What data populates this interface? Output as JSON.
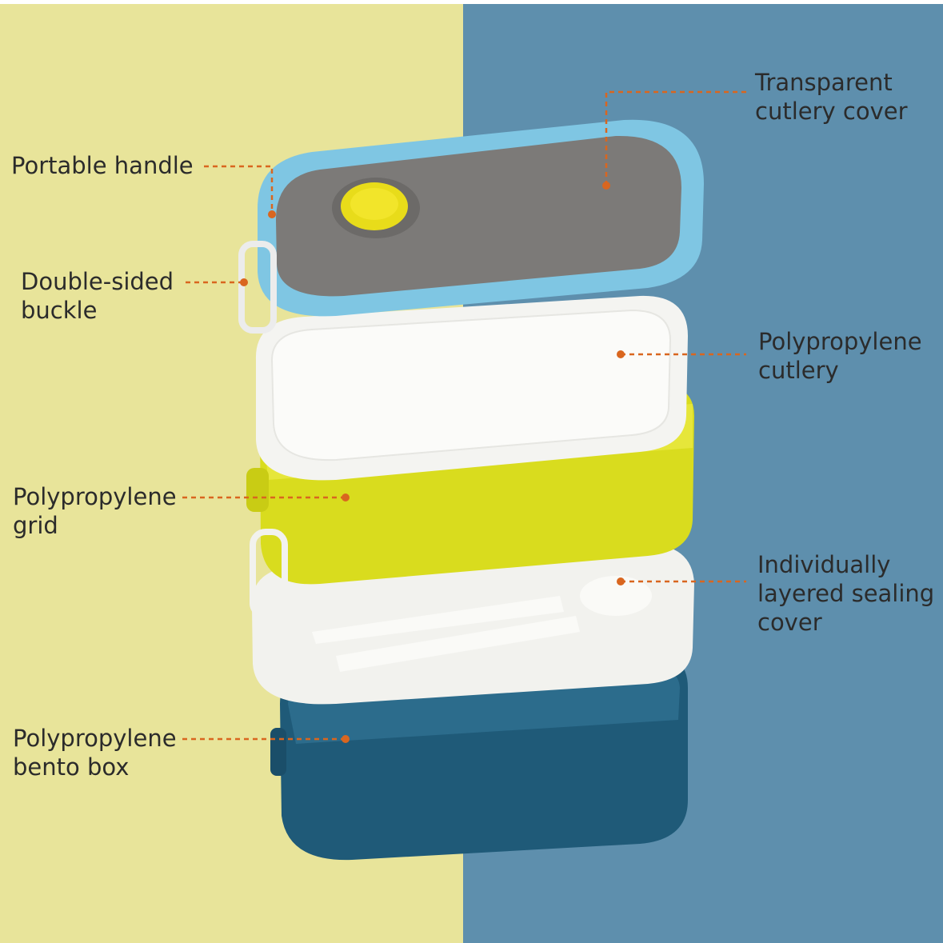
{
  "colors": {
    "left_bg": "#E8E49A",
    "right_bg": "#5E8FAD",
    "leader": "#D9661F"
  },
  "labels": {
    "portable_handle": [
      "Portable handle"
    ],
    "double_sided_buckle": [
      "Double-sided",
      "buckle"
    ],
    "polypropylene_grid": [
      "Polypropylene",
      "grid"
    ],
    "polypropylene_bento_box": [
      "Polypropylene",
      "bento box"
    ],
    "transparent_cutlery_cover": [
      "Transparent",
      "cutlery cover"
    ],
    "polypropylene_cutlery": [
      "Polypropylene",
      "cutlery"
    ],
    "sealing_cover": [
      "Individually",
      "layered sealing",
      "cover"
    ]
  }
}
